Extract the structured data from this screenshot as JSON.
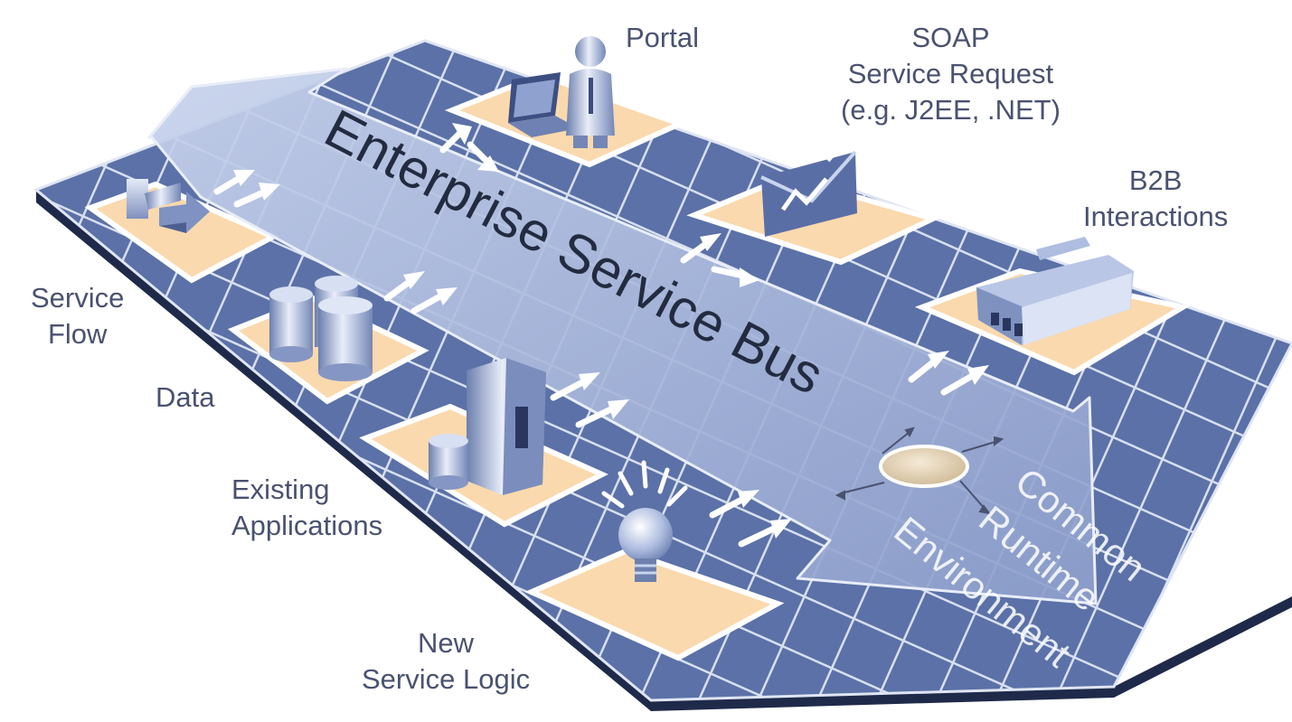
{
  "diagram": {
    "bus_title": "Enterprise Service Bus",
    "runtime_label": [
      "Common",
      "Runtime",
      "Environment"
    ],
    "labels": {
      "portal": [
        "Portal"
      ],
      "soap": [
        "SOAP",
        "Service Request",
        "(e.g. J2EE, .NET)"
      ],
      "b2b": [
        "B2B",
        "Interactions"
      ],
      "service_flow": [
        "Service",
        "Flow"
      ],
      "data": [
        "Data"
      ],
      "existing_apps": [
        "Existing",
        "Applications"
      ],
      "new_logic": [
        "New",
        "Service Logic"
      ]
    },
    "icons": {
      "portal": "person-with-laptop-icon",
      "soap": "envelope-with-lightning-icon",
      "b2b": "factory-building-icon",
      "service_flow": "flow-arrows-icon",
      "data": "database-cylinders-icon",
      "existing_apps": "server-tower-icon",
      "new_logic": "lightbulb-icon",
      "runtime": "runtime-hub-icon"
    },
    "colors": {
      "board": "#5d73a8",
      "board_dark": "#3a4c80",
      "grid_line": "#d8dff0",
      "pad": "#fad9ae",
      "bus": "#a9b7d9",
      "text": "#4a5270"
    }
  }
}
